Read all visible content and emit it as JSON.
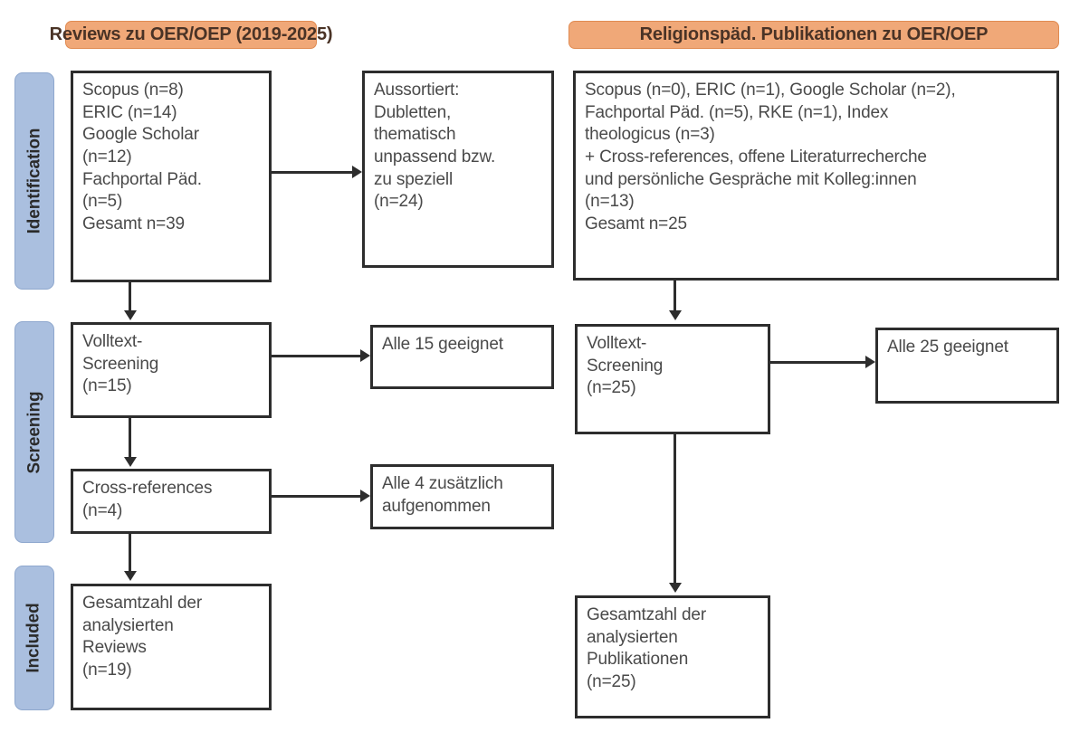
{
  "figure": {
    "type": "prisma-flow-diagram",
    "columns": [
      {
        "id": "reviews",
        "header": "Reviews zu OER/OEP (2019-2025)"
      },
      {
        "id": "religionspaed",
        "header": "Religionspäd. Publikationen zu OER/OEP"
      }
    ],
    "stages": [
      {
        "id": "identification",
        "label": "Identification"
      },
      {
        "id": "screening",
        "label": "Screening"
      },
      {
        "id": "included",
        "label": "Included"
      }
    ],
    "colors": {
      "header_fill": "#F0A878",
      "header_border": "#E08B52",
      "stage_fill": "#AABFDF",
      "stage_border": "#8FA8CE",
      "box_border": "#2D2D2D",
      "box_fill": "#FFFFFF",
      "text": "#4A4A4A"
    }
  },
  "boxes": {
    "left_identification": "Scopus (n=8)\nERIC (n=14)\nGoogle Scholar\n(n=12)\nFachportal Päd.\n(n=5)\nGesamt n=39",
    "left_excluded": "Aussortiert:\nDubletten,\nthematisch\nunpassend bzw.\nzu speziell\n(n=24)",
    "left_screening": "Volltext-\nScreening\n(n=15)",
    "left_screening_result": "Alle 15 geeignet",
    "left_crossrefs": "Cross-references\n(n=4)",
    "left_crossrefs_result": "Alle 4 zusätzlich\naufgenommen",
    "left_included": "Gesamtzahl der\nanalysierten\nReviews\n(n=19)",
    "right_identification": "Scopus (n=0), ERIC (n=1), Google Scholar (n=2),\nFachportal Päd. (n=5), RKE (n=1), Index\ntheologicus (n=3)\n+ Cross-references, offene Literaturrecherche\nund persönliche Gespräche mit Kolleg:innen\n(n=13)\nGesamt n=25",
    "right_screening": "Volltext-\nScreening\n(n=25)",
    "right_screening_result": "Alle 25 geeignet",
    "right_included": "Gesamtzahl der\nanalysierten\nPublikationen\n(n=25)"
  },
  "chart_data": {
    "type": "table",
    "title": "PRISMA Flussdiagramm: Reviews und religionspädagogische Publikationen zu OER/OEP",
    "columns": [
      "Reviews zu OER/OEP (2019-2025)",
      "Religionspäd. Publikationen zu OER/OEP"
    ],
    "stages": [
      "Identification",
      "Screening",
      "Included"
    ],
    "records": [
      {
        "column": "Reviews zu OER/OEP (2019-2025)",
        "stage": "Identification",
        "source": "Scopus",
        "n": 8
      },
      {
        "column": "Reviews zu OER/OEP (2019-2025)",
        "stage": "Identification",
        "source": "ERIC",
        "n": 14
      },
      {
        "column": "Reviews zu OER/OEP (2019-2025)",
        "stage": "Identification",
        "source": "Google Scholar",
        "n": 12
      },
      {
        "column": "Reviews zu OER/OEP (2019-2025)",
        "stage": "Identification",
        "source": "Fachportal Päd.",
        "n": 5
      },
      {
        "column": "Reviews zu OER/OEP (2019-2025)",
        "stage": "Identification",
        "source": "Gesamt",
        "n": 39
      },
      {
        "column": "Reviews zu OER/OEP (2019-2025)",
        "stage": "Identification",
        "source": "Aussortiert (Dubletten, thematisch unpassend bzw. zu speziell)",
        "n": 24
      },
      {
        "column": "Reviews zu OER/OEP (2019-2025)",
        "stage": "Screening",
        "source": "Volltext-Screening",
        "n": 15
      },
      {
        "column": "Reviews zu OER/OEP (2019-2025)",
        "stage": "Screening",
        "source": "Alle geeignet",
        "n": 15
      },
      {
        "column": "Reviews zu OER/OEP (2019-2025)",
        "stage": "Screening",
        "source": "Cross-references",
        "n": 4
      },
      {
        "column": "Reviews zu OER/OEP (2019-2025)",
        "stage": "Screening",
        "source": "Alle zusätzlich aufgenommen",
        "n": 4
      },
      {
        "column": "Reviews zu OER/OEP (2019-2025)",
        "stage": "Included",
        "source": "Gesamtzahl der analysierten Reviews",
        "n": 19
      },
      {
        "column": "Religionspäd. Publikationen zu OER/OEP",
        "stage": "Identification",
        "source": "Scopus",
        "n": 0
      },
      {
        "column": "Religionspäd. Publikationen zu OER/OEP",
        "stage": "Identification",
        "source": "ERIC",
        "n": 1
      },
      {
        "column": "Religionspäd. Publikationen zu OER/OEP",
        "stage": "Identification",
        "source": "Google Scholar",
        "n": 2
      },
      {
        "column": "Religionspäd. Publikationen zu OER/OEP",
        "stage": "Identification",
        "source": "Fachportal Päd.",
        "n": 5
      },
      {
        "column": "Religionspäd. Publikationen zu OER/OEP",
        "stage": "Identification",
        "source": "RKE",
        "n": 1
      },
      {
        "column": "Religionspäd. Publikationen zu OER/OEP",
        "stage": "Identification",
        "source": "Index theologicus",
        "n": 3
      },
      {
        "column": "Religionspäd. Publikationen zu OER/OEP",
        "stage": "Identification",
        "source": "Cross-references, offene Literaturrecherche und persönliche Gespräche mit Kolleg:innen",
        "n": 13
      },
      {
        "column": "Religionspäd. Publikationen zu OER/OEP",
        "stage": "Identification",
        "source": "Gesamt",
        "n": 25
      },
      {
        "column": "Religionspäd. Publikationen zu OER/OEP",
        "stage": "Screening",
        "source": "Volltext-Screening",
        "n": 25
      },
      {
        "column": "Religionspäd. Publikationen zu OER/OEP",
        "stage": "Screening",
        "source": "Alle geeignet",
        "n": 25
      },
      {
        "column": "Religionspäd. Publikationen zu OER/OEP",
        "stage": "Included",
        "source": "Gesamtzahl der analysierten Publikationen",
        "n": 25
      }
    ]
  }
}
